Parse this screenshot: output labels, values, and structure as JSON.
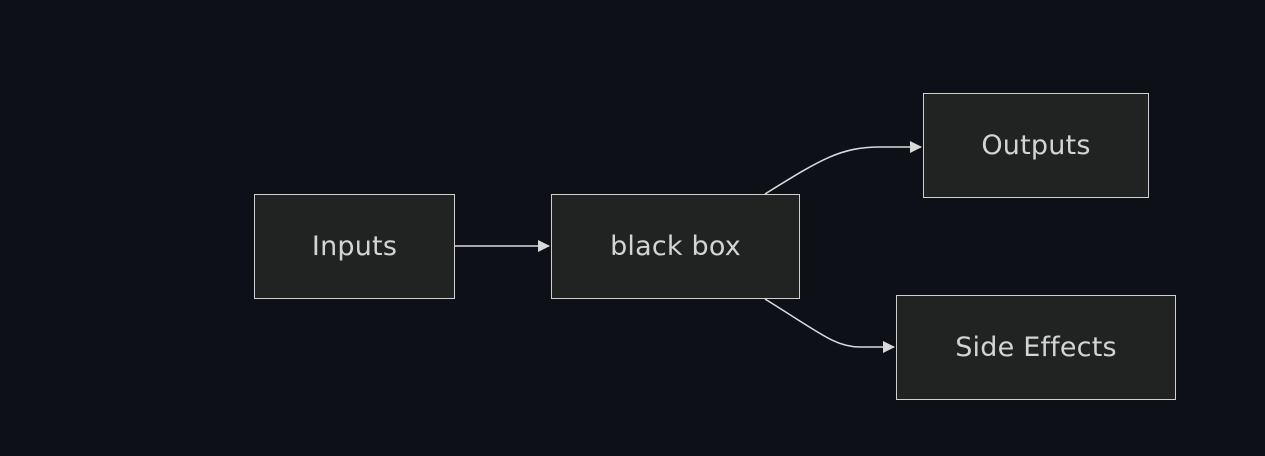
{
  "diagram": {
    "type": "flowchart",
    "direction": "left-to-right",
    "nodes": [
      {
        "id": "inputs",
        "label": "Inputs"
      },
      {
        "id": "black_box",
        "label": "black box"
      },
      {
        "id": "outputs",
        "label": "Outputs"
      },
      {
        "id": "side_effects",
        "label": "Side Effects"
      }
    ],
    "edges": [
      {
        "from": "inputs",
        "to": "black_box"
      },
      {
        "from": "black_box",
        "to": "outputs"
      },
      {
        "from": "black_box",
        "to": "side_effects"
      }
    ]
  },
  "colors": {
    "background": "#0d1117",
    "node_fill": "#212322",
    "node_border": "#cfcfcf",
    "text": "#d4d4d4",
    "edge": "#d9d9d9"
  }
}
